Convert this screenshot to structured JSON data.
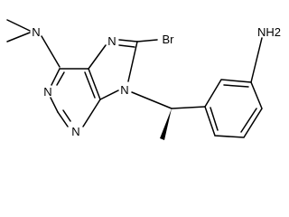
{
  "molecule": {
    "atoms": {
      "dimethyl_n": "N",
      "pyrimidine_n1": "N",
      "pyrimidine_n3": "N",
      "imidazole_n7": "N",
      "imidazole_n9": "N",
      "bromine": "Br",
      "amine": "NH2"
    }
  },
  "colors": {
    "bond": "#000000",
    "text": "#000000",
    "background": "#ffffff"
  }
}
